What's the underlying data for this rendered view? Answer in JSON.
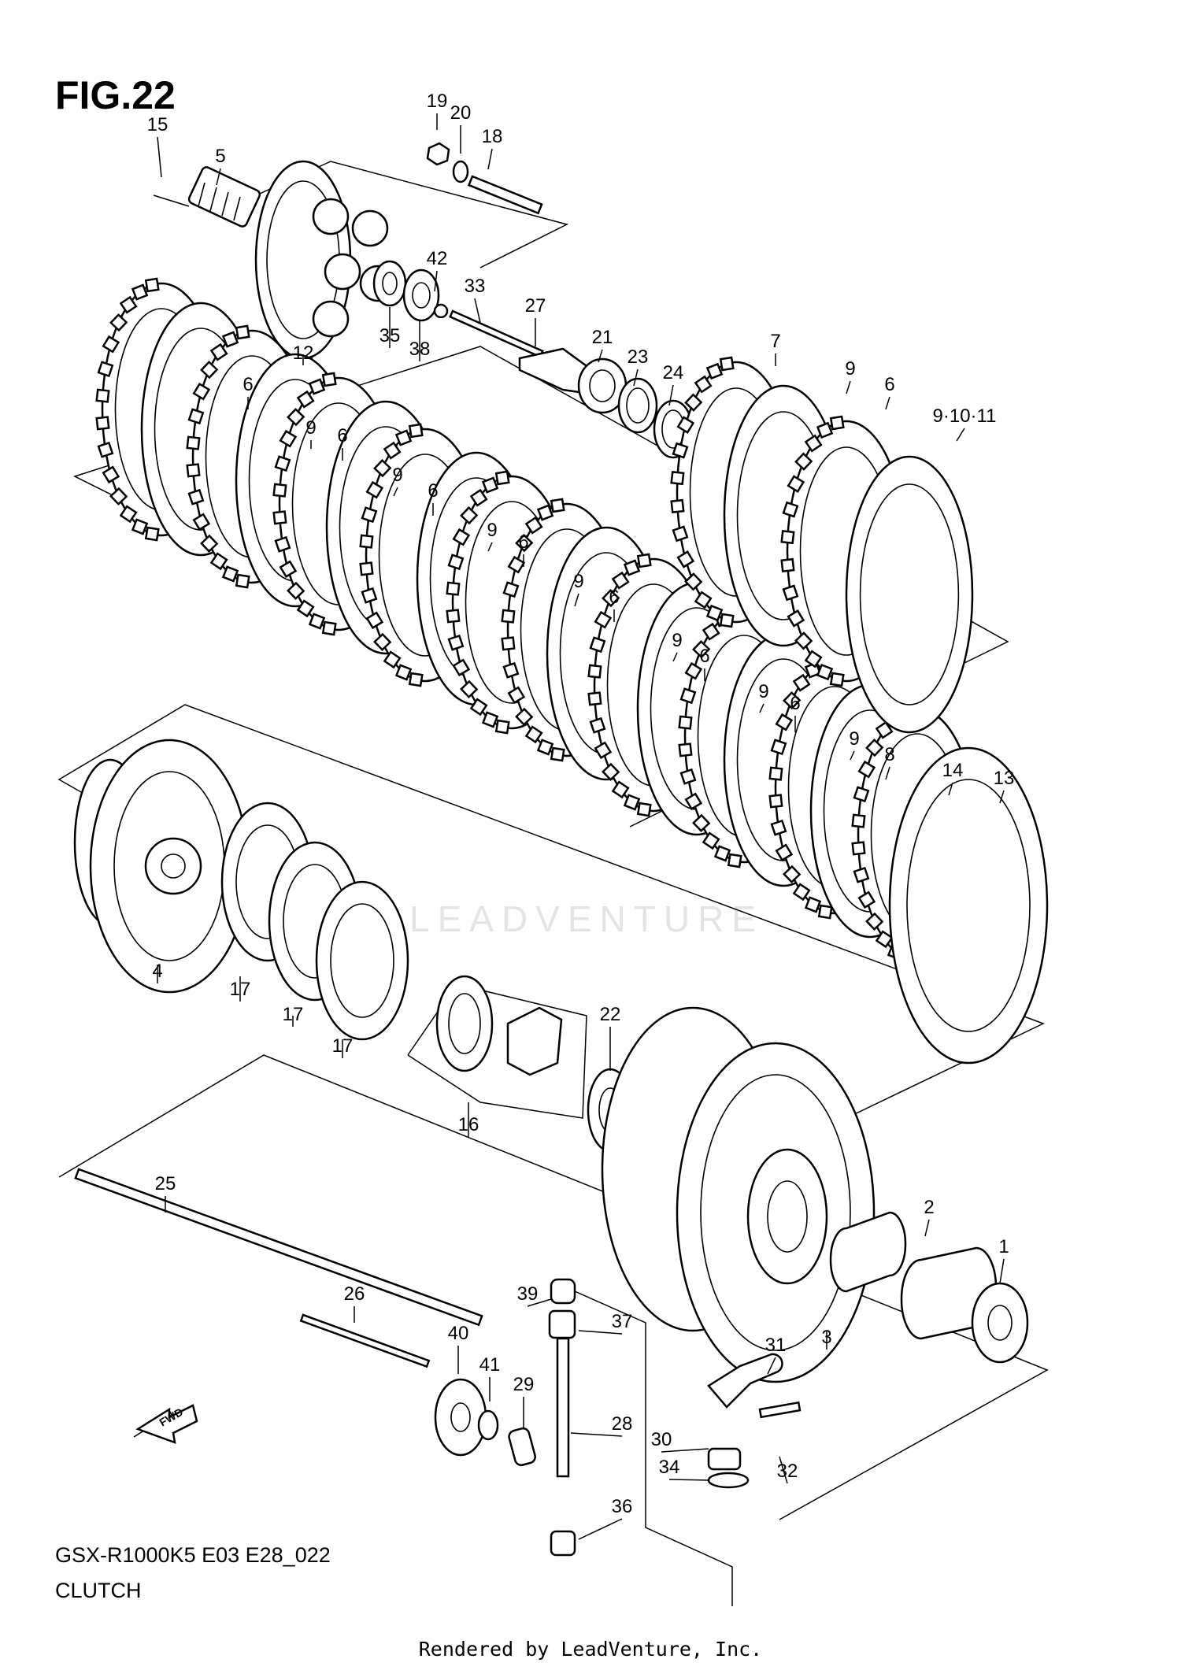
{
  "figure_title": "FIG.22",
  "diagram_code": "GSX-R1000K5 E03 E28_022",
  "diagram_name": "CLUTCH",
  "credit": "Rendered by LeadVenture, Inc.",
  "watermark": "LEADVENTURE",
  "fwd_label": "FWD",
  "callouts": [
    {
      "id": "c19",
      "label": "19"
    },
    {
      "id": "c20",
      "label": "20"
    },
    {
      "id": "c18",
      "label": "18"
    },
    {
      "id": "c15",
      "label": "15"
    },
    {
      "id": "c5",
      "label": "5"
    },
    {
      "id": "c42",
      "label": "42"
    },
    {
      "id": "c33",
      "label": "33"
    },
    {
      "id": "c27",
      "label": "27"
    },
    {
      "id": "c21",
      "label": "21"
    },
    {
      "id": "c23",
      "label": "23"
    },
    {
      "id": "c24",
      "label": "24"
    },
    {
      "id": "c12",
      "label": "12"
    },
    {
      "id": "c35",
      "label": "35"
    },
    {
      "id": "c38",
      "label": "38"
    },
    {
      "id": "c7",
      "label": "7"
    },
    {
      "id": "c9a",
      "label": "9"
    },
    {
      "id": "c6a",
      "label": "6"
    },
    {
      "id": "c91011",
      "label": "9·10·11"
    },
    {
      "id": "c6b",
      "label": "6"
    },
    {
      "id": "c9b",
      "label": "9"
    },
    {
      "id": "c6c",
      "label": "6"
    },
    {
      "id": "c9c",
      "label": "9"
    },
    {
      "id": "c6d",
      "label": "6"
    },
    {
      "id": "c9d",
      "label": "9"
    },
    {
      "id": "c6e",
      "label": "6"
    },
    {
      "id": "c9e",
      "label": "9"
    },
    {
      "id": "c6f",
      "label": "6"
    },
    {
      "id": "c9f",
      "label": "9"
    },
    {
      "id": "c6g",
      "label": "6"
    },
    {
      "id": "c9g",
      "label": "9"
    },
    {
      "id": "c6h",
      "label": "6"
    },
    {
      "id": "c9h",
      "label": "9"
    },
    {
      "id": "c8",
      "label": "8"
    },
    {
      "id": "c14",
      "label": "14"
    },
    {
      "id": "c13",
      "label": "13"
    },
    {
      "id": "c4",
      "label": "4"
    },
    {
      "id": "c17a",
      "label": "17"
    },
    {
      "id": "c17b",
      "label": "17"
    },
    {
      "id": "c17c",
      "label": "17"
    },
    {
      "id": "c22",
      "label": "22"
    },
    {
      "id": "c16",
      "label": "16"
    },
    {
      "id": "c25",
      "label": "25"
    },
    {
      "id": "c2",
      "label": "2"
    },
    {
      "id": "c1",
      "label": "1"
    },
    {
      "id": "c3",
      "label": "3"
    },
    {
      "id": "c39",
      "label": "39"
    },
    {
      "id": "c37",
      "label": "37"
    },
    {
      "id": "c26",
      "label": "26"
    },
    {
      "id": "c40",
      "label": "40"
    },
    {
      "id": "c31",
      "label": "31"
    },
    {
      "id": "c41",
      "label": "41"
    },
    {
      "id": "c29",
      "label": "29"
    },
    {
      "id": "c28",
      "label": "28"
    },
    {
      "id": "c30",
      "label": "30"
    },
    {
      "id": "c34",
      "label": "34"
    },
    {
      "id": "c32",
      "label": "32"
    },
    {
      "id": "c36",
      "label": "36"
    }
  ]
}
